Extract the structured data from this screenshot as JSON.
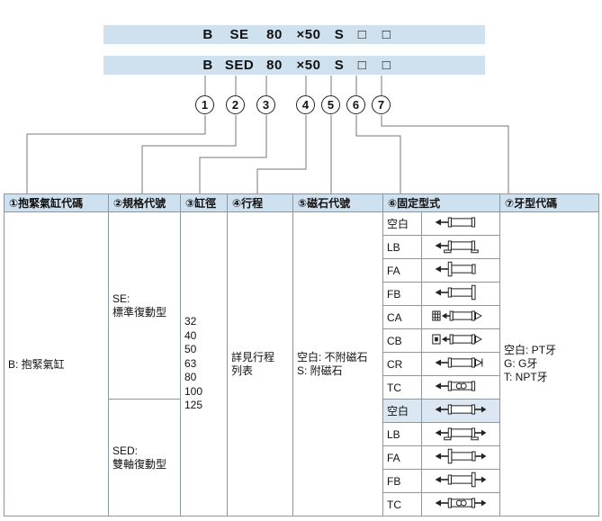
{
  "colors": {
    "bar_blue": "#cfe0ee",
    "header_blue": "#cfe0ee",
    "highlight_row": "#dbe8f4",
    "connector_line": "#777777",
    "table_border": "#8a98a6"
  },
  "order_code": {
    "row_single": [
      "B",
      "SE",
      "80",
      "×50",
      "S",
      "□",
      "□"
    ],
    "row_double": [
      "B",
      "SED",
      "80",
      "×50",
      "S",
      "□",
      "□"
    ]
  },
  "callouts": [
    "1",
    "2",
    "3",
    "4",
    "5",
    "6",
    "7"
  ],
  "table": {
    "headers": [
      "①抱緊氣缸代碼",
      "②規格代號",
      "③缸徑",
      "④行程",
      "⑤磁石代號",
      "⑥固定型式",
      "⑦牙型代碼"
    ],
    "cylinder_code": "B: 抱緊氣缸",
    "spec_se": "SE:\n標準復動型",
    "spec_sed": "SED:\n雙軸復動型",
    "bores": [
      "32",
      "40",
      "50",
      "63",
      "80",
      "100",
      "125"
    ],
    "stroke": "詳見行程\n列表",
    "magnet": "空白: 不附磁石\nS: 附磁石",
    "thread": "空白: PT牙\nG: G牙\nT: NPT牙",
    "mount_rows": [
      {
        "label": "空白",
        "icon": "mount-basic"
      },
      {
        "label": "LB",
        "icon": "mount-foot"
      },
      {
        "label": "FA",
        "icon": "mount-front-flange"
      },
      {
        "label": "FB",
        "icon": "mount-rear-flange"
      },
      {
        "label": "CA",
        "icon": "mount-single-clevis"
      },
      {
        "label": "CB",
        "icon": "mount-double-clevis"
      },
      {
        "label": "CR",
        "icon": "mount-rear-clevis"
      },
      {
        "label": "TC",
        "icon": "mount-center-trunnion"
      },
      {
        "label": "空白",
        "icon": "mount-basic-double-rod"
      },
      {
        "label": "LB",
        "icon": "mount-foot-double-rod"
      },
      {
        "label": "FA",
        "icon": "mount-front-flange-double-rod"
      },
      {
        "label": "FB",
        "icon": "mount-rear-flange-double-rod"
      },
      {
        "label": "TC",
        "icon": "mount-center-trunnion-double-rod"
      }
    ]
  }
}
